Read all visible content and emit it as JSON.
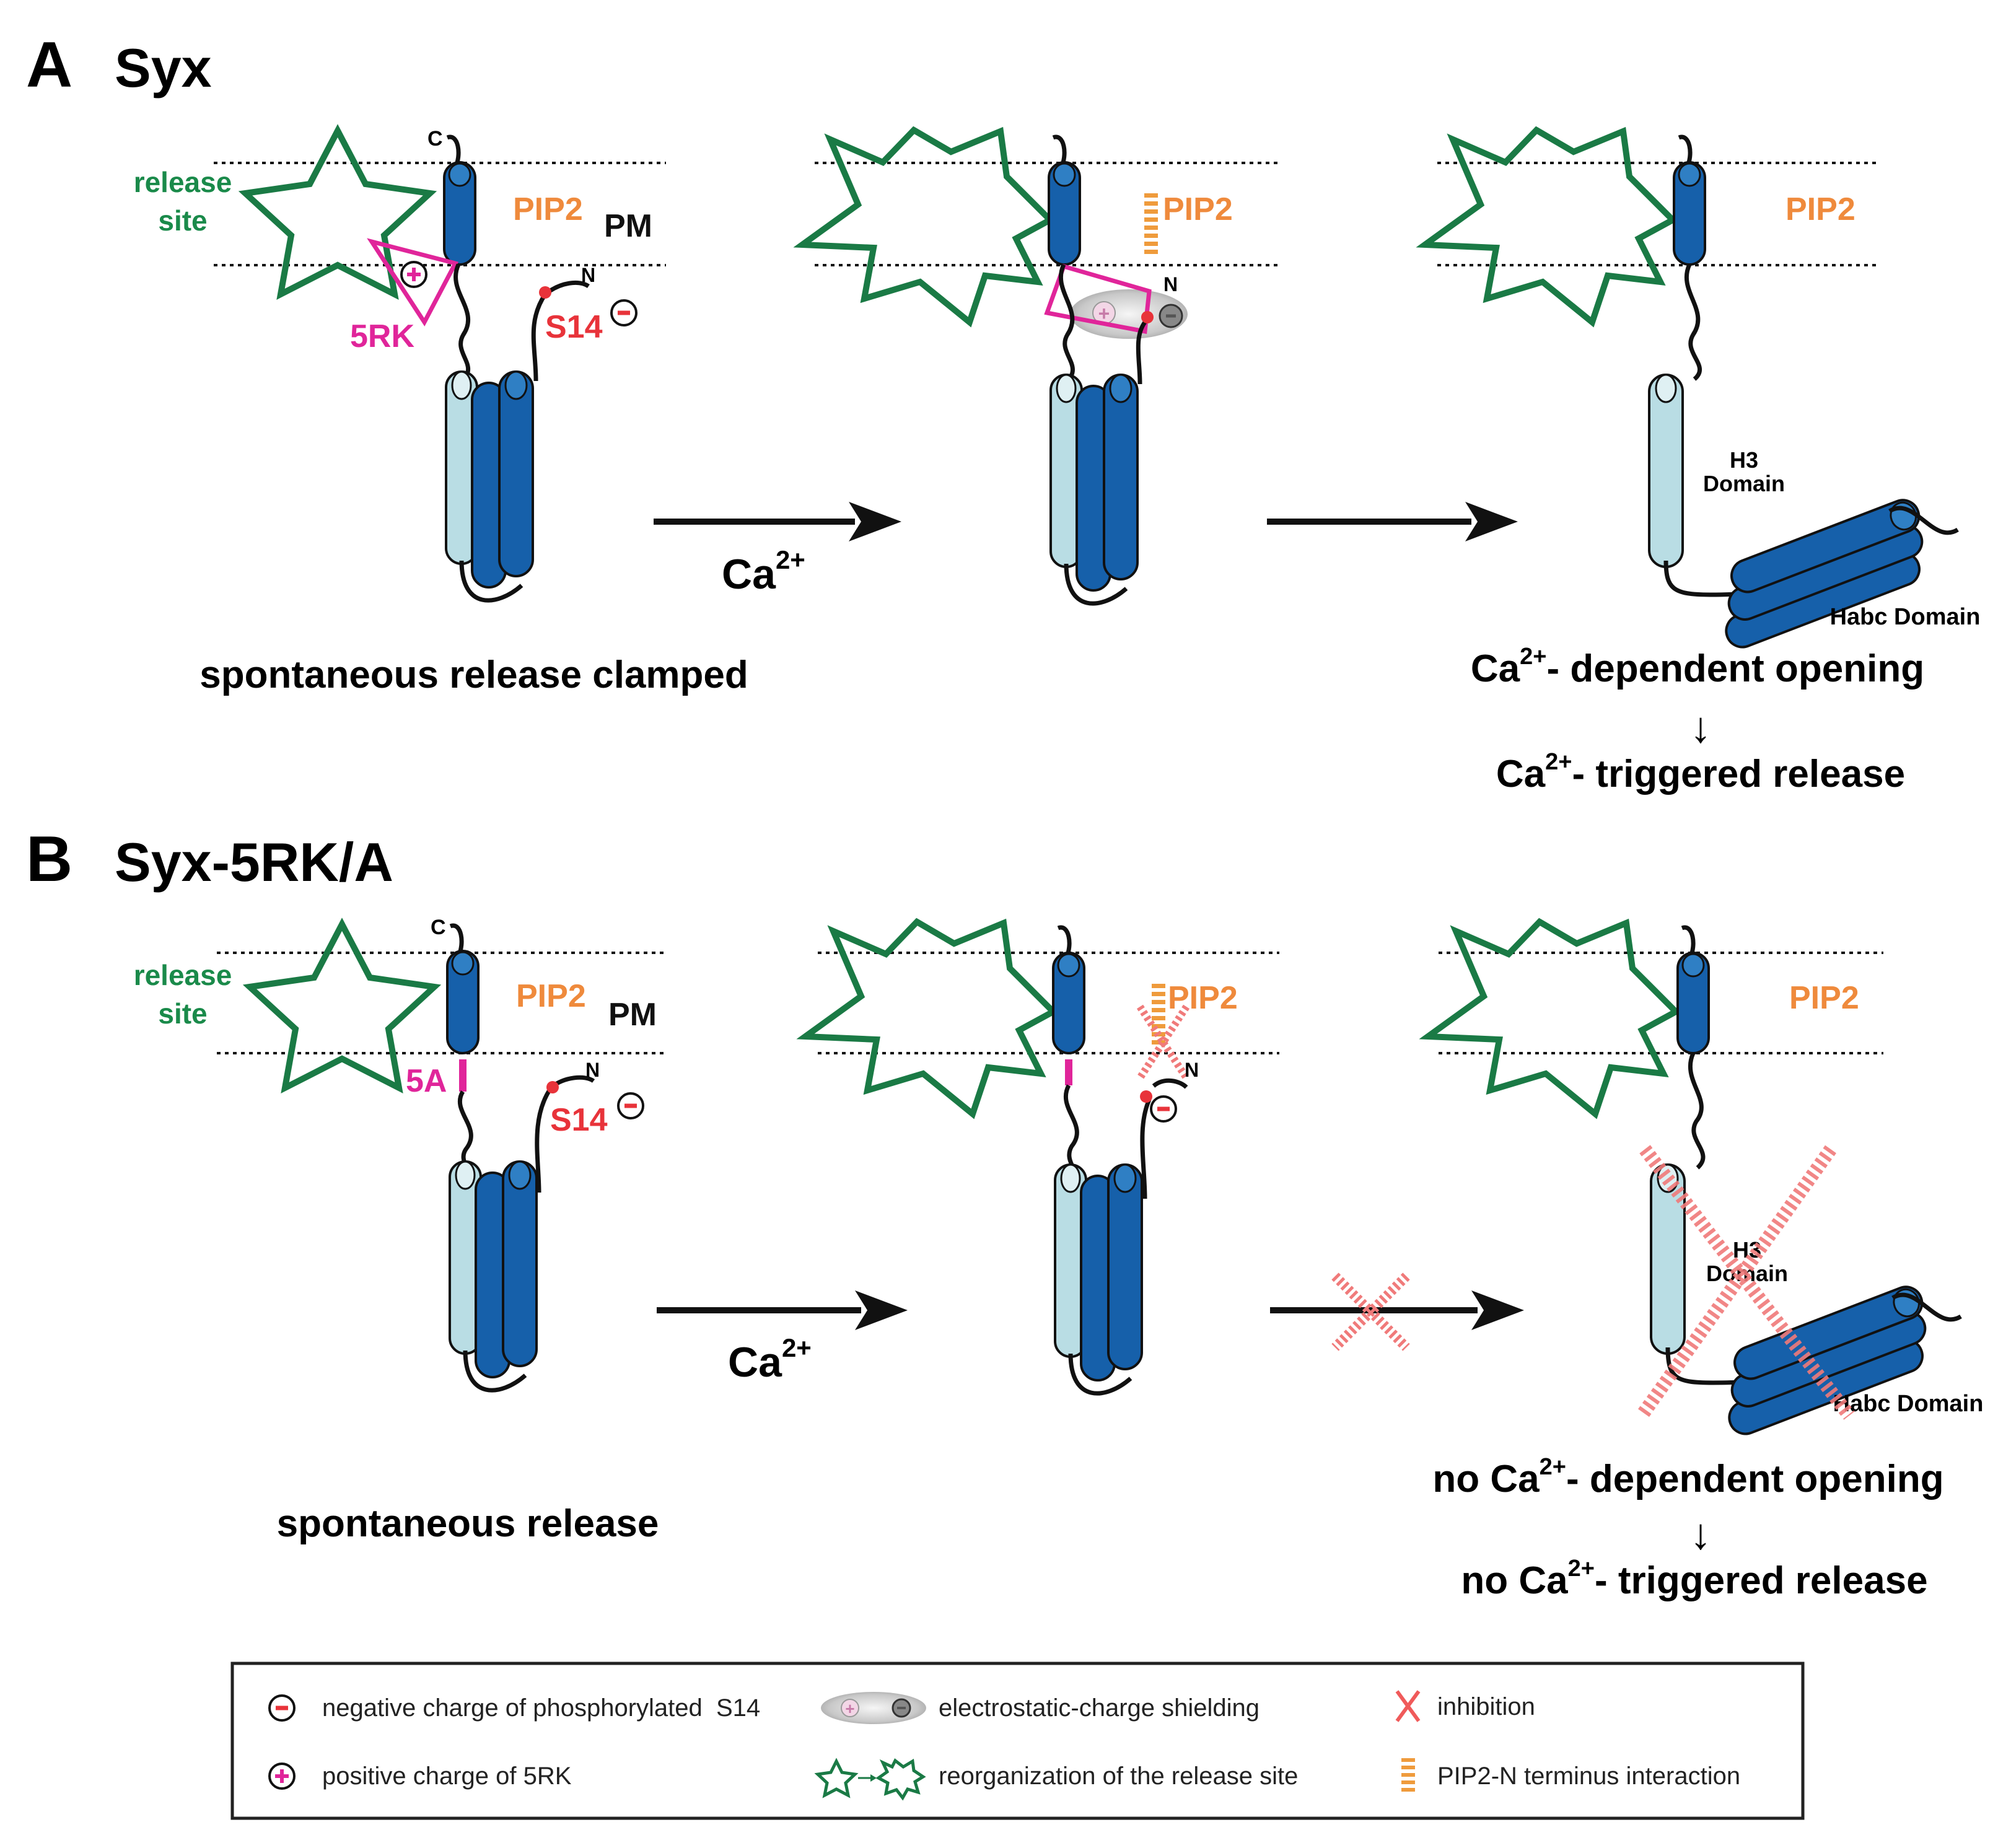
{
  "panel_a": {
    "letter": "A",
    "title": "Syx",
    "release_site": [
      "release",
      "site"
    ],
    "pip2": "PIP2",
    "pm": "PM",
    "c_term": "C",
    "n_term": "N",
    "s14": "S14",
    "five_rk": "5RK",
    "ca": "Ca",
    "ca_sup": "2+",
    "h3_domain": [
      "H3",
      "Domain"
    ],
    "habc_domain": "Habc Domain",
    "caption_left": "spontaneous release clamped",
    "caption_right_1_pre": "Ca",
    "caption_right_1_sup": "2+",
    "caption_right_1_post": "- dependent opening",
    "caption_right_arrow": "↓",
    "caption_right_2_pre": "Ca",
    "caption_right_2_sup": "2+",
    "caption_right_2_post": "- triggered release"
  },
  "panel_b": {
    "letter": "B",
    "title": "Syx-5RK/A",
    "release_site": [
      "release",
      "site"
    ],
    "pip2": "PIP2",
    "pm": "PM",
    "c_term": "C",
    "n_term": "N",
    "s14": "S14",
    "five_a": "5A",
    "ca": "Ca",
    "ca_sup": "2+",
    "h3_domain": [
      "H3",
      "Domain"
    ],
    "habc_domain": "Habc Domain",
    "caption_left": "spontaneous release",
    "caption_right_1_pre": "no Ca",
    "caption_right_1_sup": "2+",
    "caption_right_1_post": "- dependent opening",
    "caption_right_arrow": "↓",
    "caption_right_2_pre": "no Ca",
    "caption_right_2_sup": "2+",
    "caption_right_2_post": "- triggered release"
  },
  "legend": {
    "negative_charge": "negative charge of phosphorylated  S14",
    "positive_charge": "positive charge of 5RK",
    "shielding": "electrostatic-charge shielding",
    "reorganization": "reorganization of the release site",
    "inhibition": "inhibition",
    "pip2_interaction": "PIP2-N terminus interaction"
  },
  "colors": {
    "star_green": "#1a7a45",
    "release_site_text": "#1a8a4a",
    "pip2_orange": "#ef8a3c",
    "magenta": "#e0259a",
    "s14_red": "#e8333a",
    "dark_blue": "#1560a8",
    "light_blue": "#b9dde4",
    "inhibition_red": "#f07a7a"
  }
}
